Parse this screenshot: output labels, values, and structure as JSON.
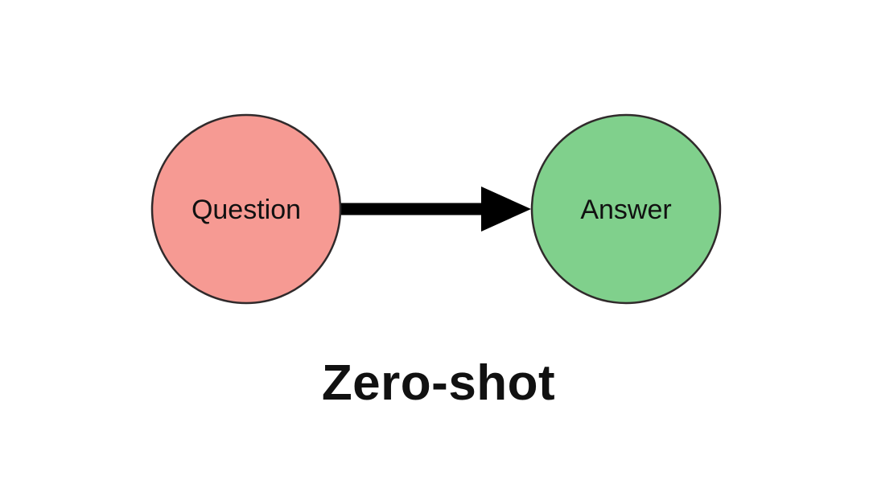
{
  "background_color": "#ffffff",
  "diagram": {
    "title": "Zero-shot",
    "title_color": "#111111",
    "nodes": [
      {
        "id": "question",
        "label": "Question",
        "fill": "#f69a93",
        "shape": "circle"
      },
      {
        "id": "answer",
        "label": "Answer",
        "fill": "#80d08c",
        "shape": "circle"
      }
    ],
    "arrow": {
      "from": "question",
      "to": "answer",
      "direction": "right",
      "color": "#000000"
    }
  }
}
